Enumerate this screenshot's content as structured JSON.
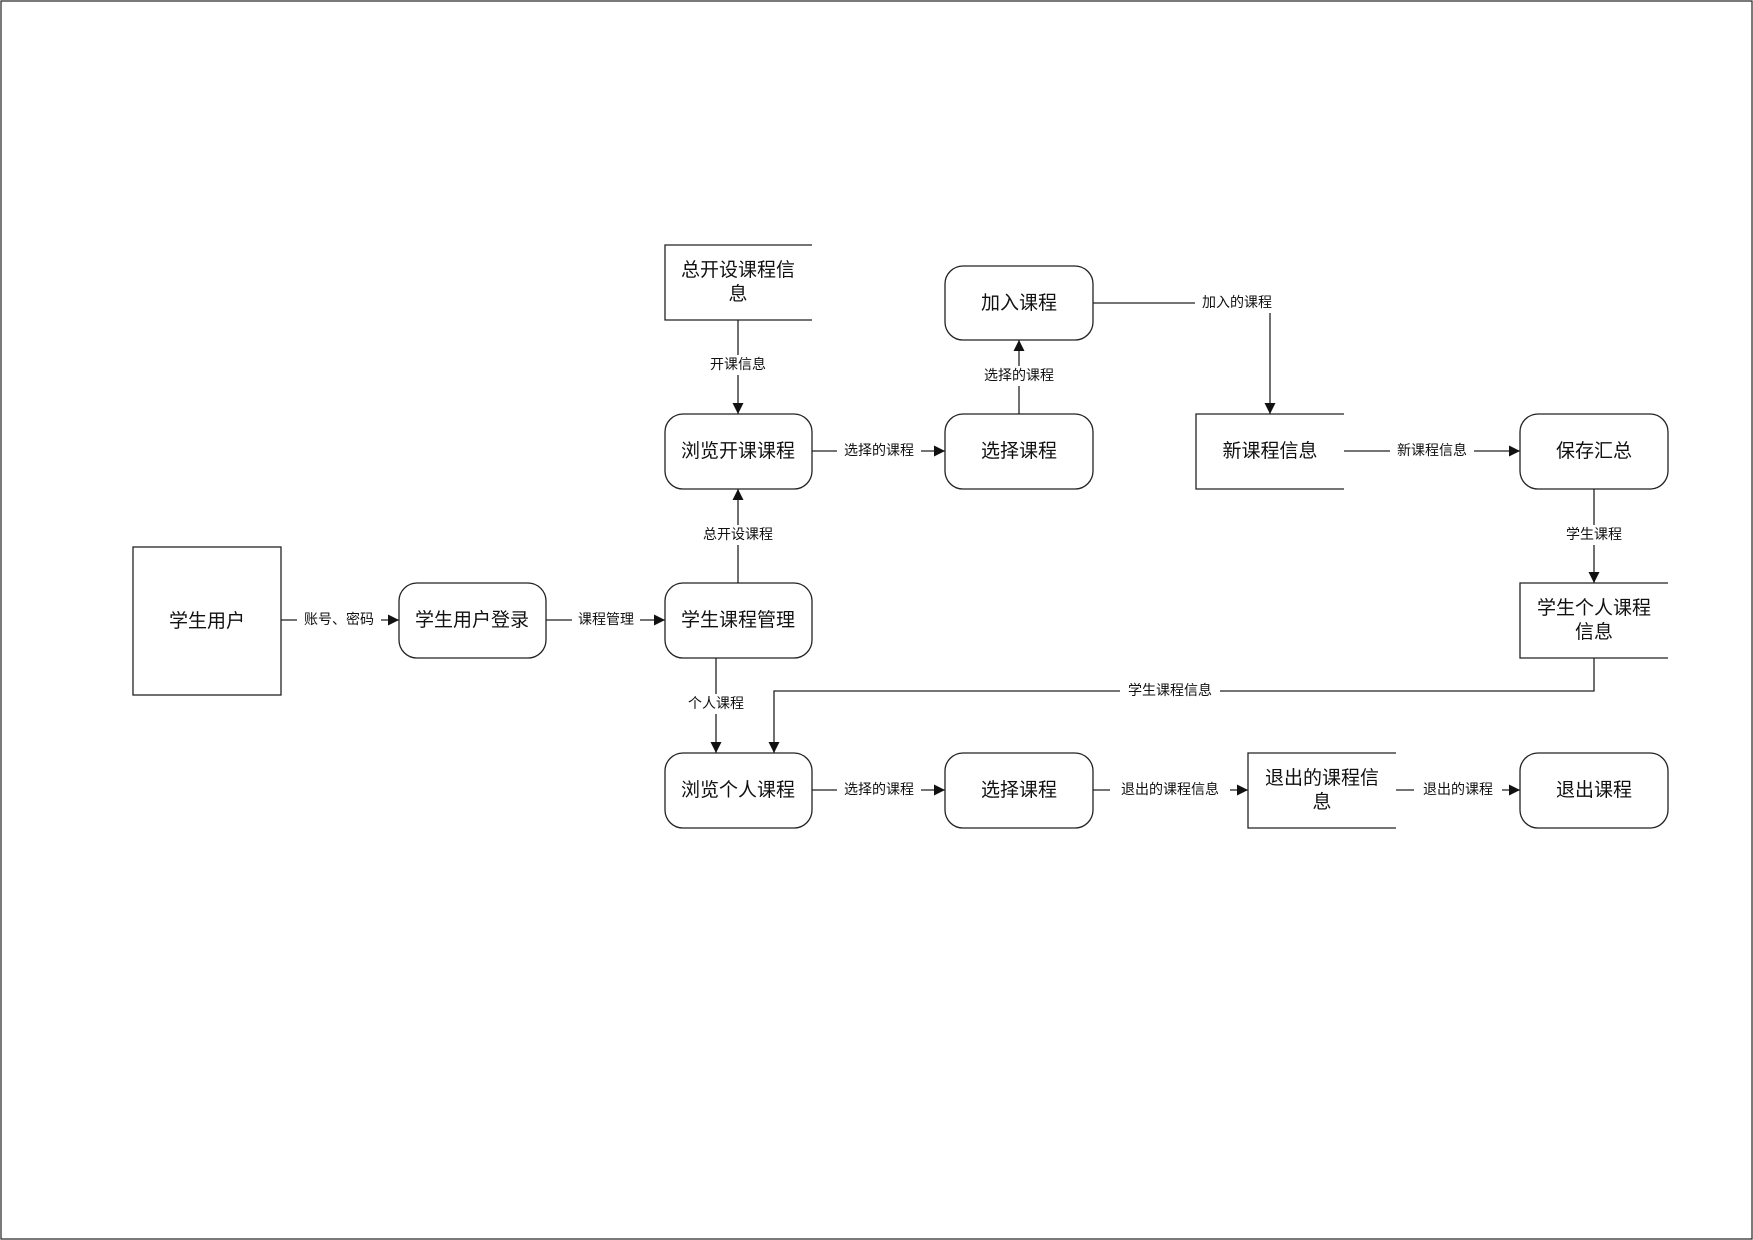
{
  "nodes": {
    "student_user": {
      "label": "学生用户",
      "kind": "external"
    },
    "login": {
      "label": "学生用户登录",
      "kind": "process"
    },
    "course_mgmt": {
      "label": "学生课程管理",
      "kind": "process"
    },
    "course_store": {
      "lines": [
        "总开设课程信",
        "息"
      ],
      "kind": "datastore"
    },
    "browse_open": {
      "label": "浏览开课课程",
      "kind": "process"
    },
    "select_top": {
      "label": "选择课程",
      "kind": "process"
    },
    "join": {
      "label": "加入课程",
      "kind": "process"
    },
    "new_info": {
      "label": "新课程信息",
      "kind": "datastore"
    },
    "save": {
      "label": "保存汇总",
      "kind": "process"
    },
    "personal_store": {
      "lines": [
        "学生个人课程",
        "信息"
      ],
      "kind": "datastore"
    },
    "browse_personal": {
      "label": "浏览个人课程",
      "kind": "process"
    },
    "select_bottom": {
      "label": "选择课程",
      "kind": "process"
    },
    "quit_store": {
      "lines": [
        "退出的课程信",
        "息"
      ],
      "kind": "datastore"
    },
    "quit": {
      "label": "退出课程",
      "kind": "process"
    }
  },
  "edges": {
    "account_password": "账号、密码",
    "course_management": "课程管理",
    "all_courses": "总开设课程",
    "course_open_info": "开课信息",
    "selected_top": "选择的课程",
    "selected_join": "选择的课程",
    "joined_course": "加入的课程",
    "new_course_info": "新课程信息",
    "student_course": "学生课程",
    "personal_course": "个人课程",
    "student_course_info": "学生课程信息",
    "selected_bottom": "选择的课程",
    "quit_course_info": "退出的课程信息",
    "quit_course": "退出的课程"
  }
}
